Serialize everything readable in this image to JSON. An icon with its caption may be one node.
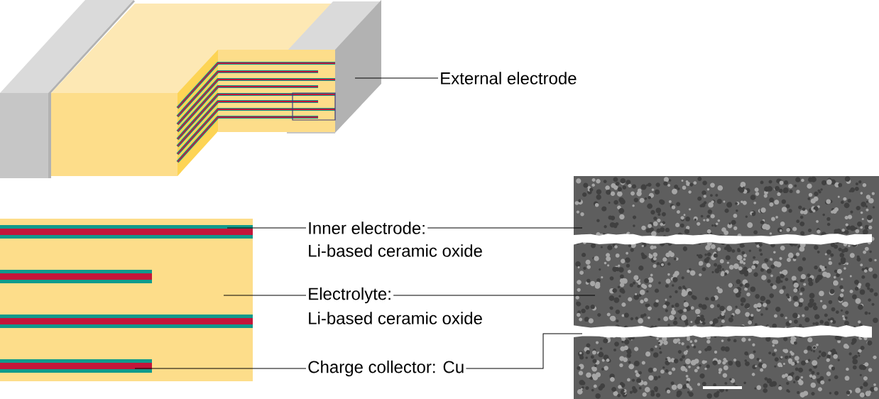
{
  "diagram": {
    "nodes": [
      {
        "text": [
          "External electrode"
        ]
      },
      {
        "text": [
          "Inner electrode:",
          "Li-based ceramic oxide"
        ]
      },
      {
        "text": [
          "Electrolyte:",
          "Li-based ceramic oxide"
        ]
      },
      {
        "text": [
          "Charge collector: Cu"
        ]
      }
    ],
    "edges": [
      {
        "from": 0,
        "to": null,
        "arrow": "none"
      },
      {
        "from": 1,
        "to": null,
        "arrow": "none"
      },
      {
        "from": 1,
        "to": null,
        "arrow": "none"
      },
      {
        "from": 2,
        "to": null,
        "arrow": "none"
      },
      {
        "from": 2,
        "to": null,
        "arrow": "none"
      },
      {
        "from": 3,
        "to": null,
        "arrow": "none"
      },
      {
        "from": 3,
        "to": null,
        "arrow": "none"
      }
    ]
  }
}
